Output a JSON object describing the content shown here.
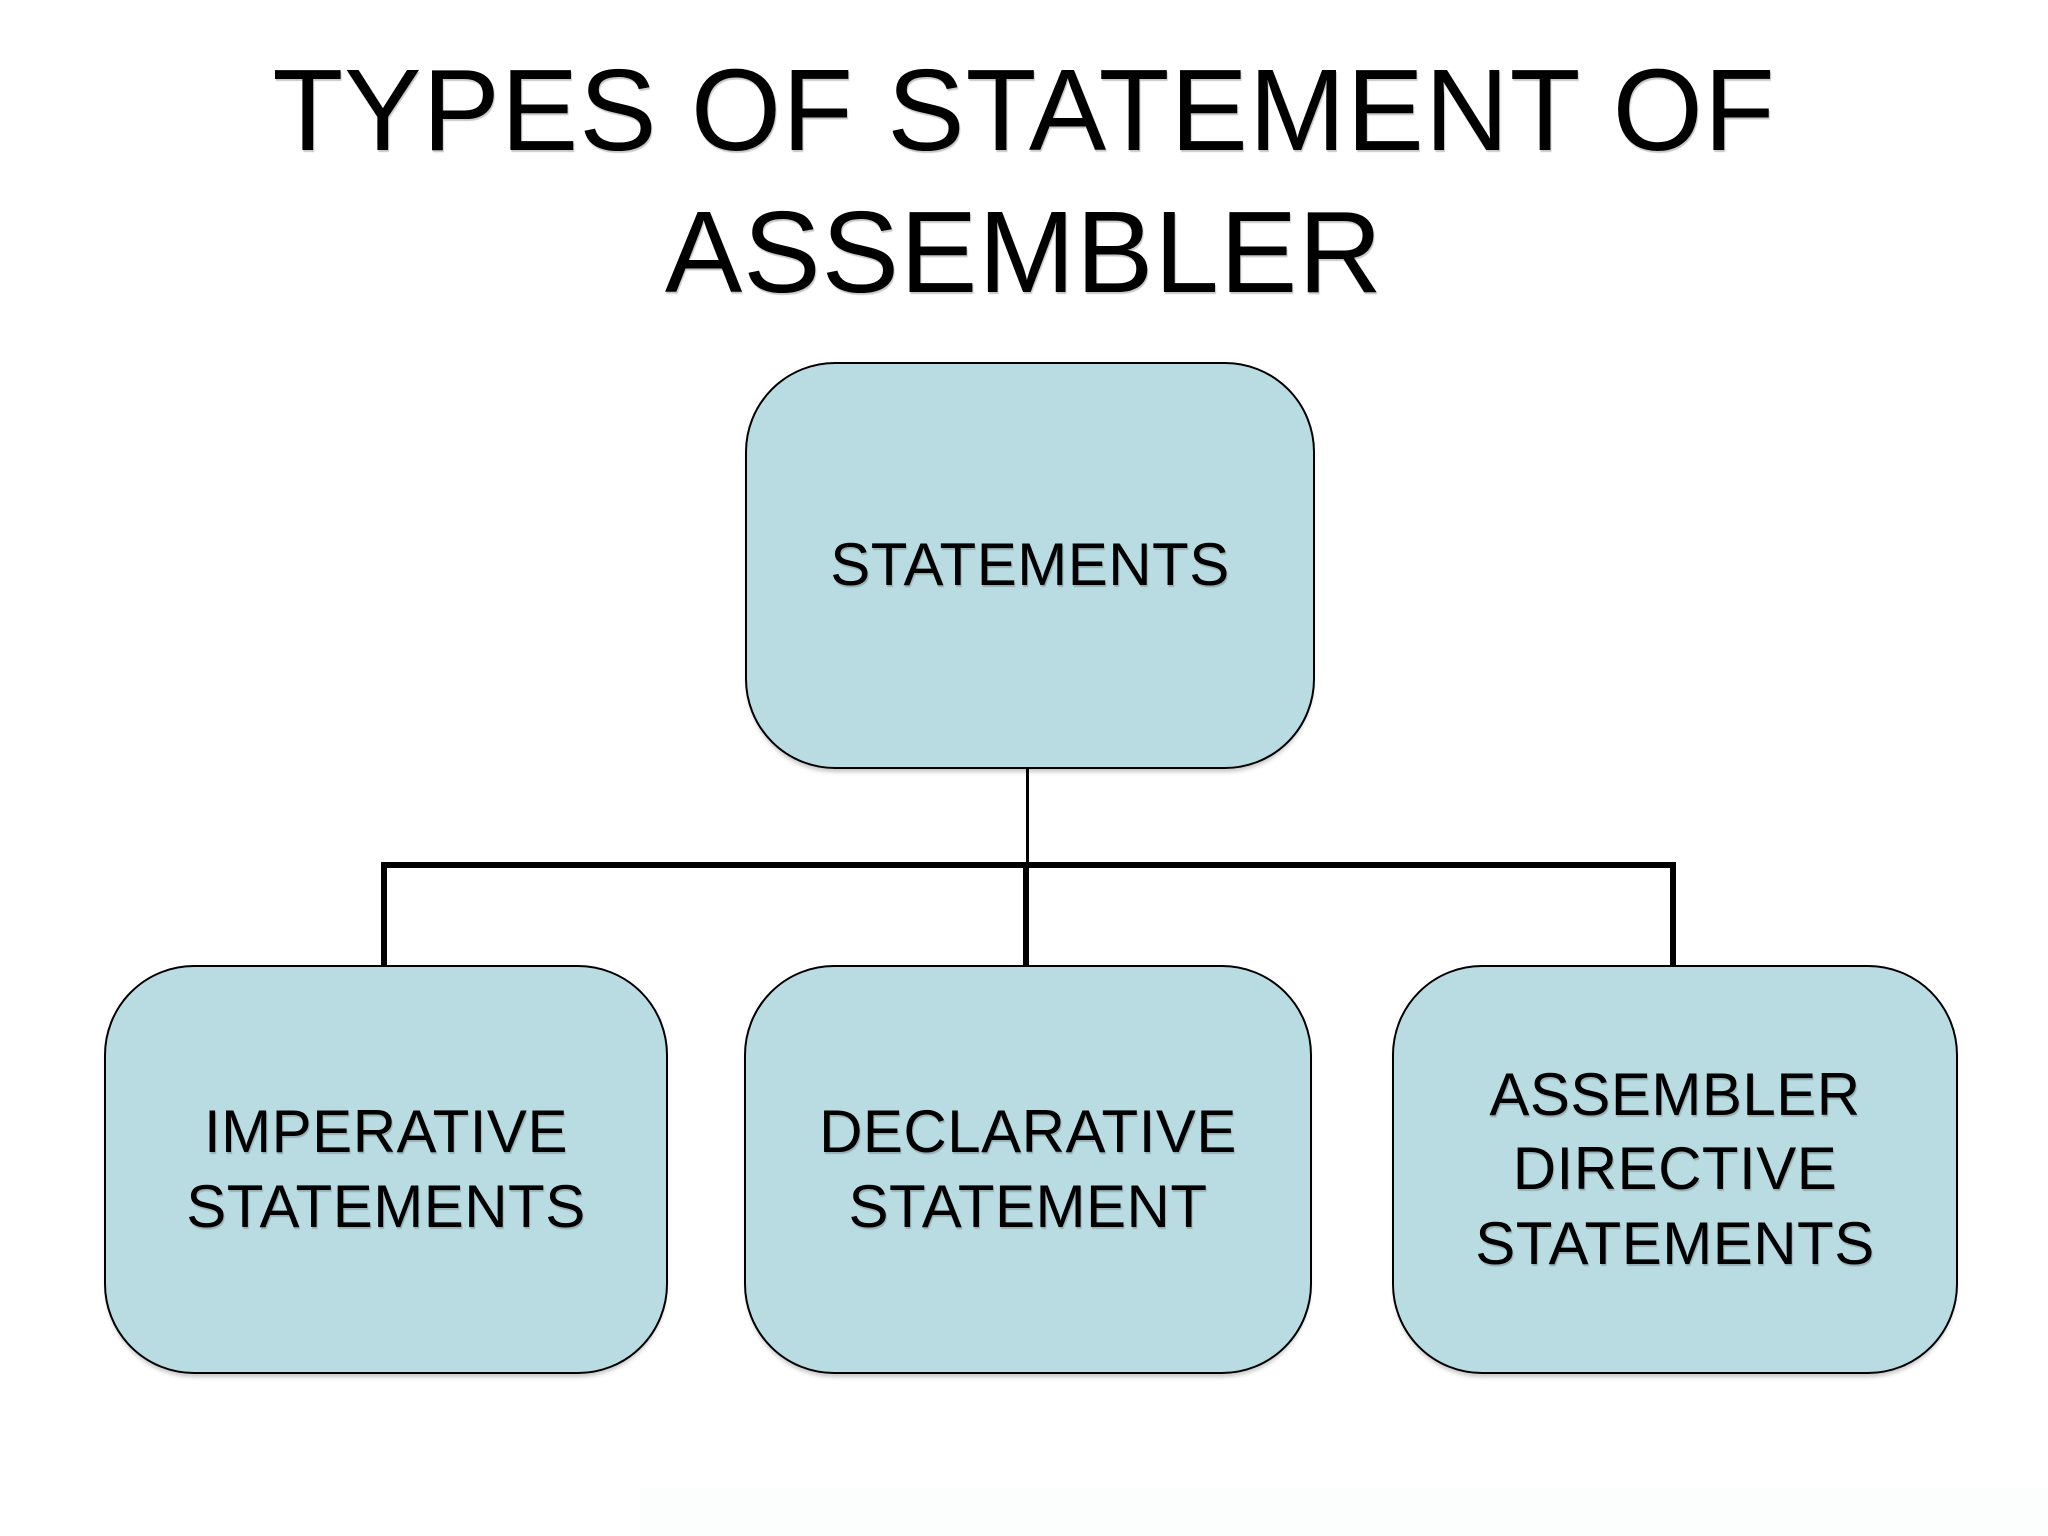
{
  "title": {
    "line1": "TYPES OF STATEMENT OF",
    "line2": "ASSEMBLER"
  },
  "diagram": {
    "root": {
      "label": "STATEMENTS"
    },
    "children": [
      {
        "label": "IMPERATIVE STATEMENTS"
      },
      {
        "label": "DECLARATIVE STATEMENT"
      },
      {
        "label": "ASSEMBLER DIRECTIVE STATEMENTS"
      }
    ],
    "node_fill": "#b9dce2",
    "node_border": "#000000",
    "connector_color": "#000000",
    "text_color": "#000000",
    "background_color": "#ffffff"
  }
}
